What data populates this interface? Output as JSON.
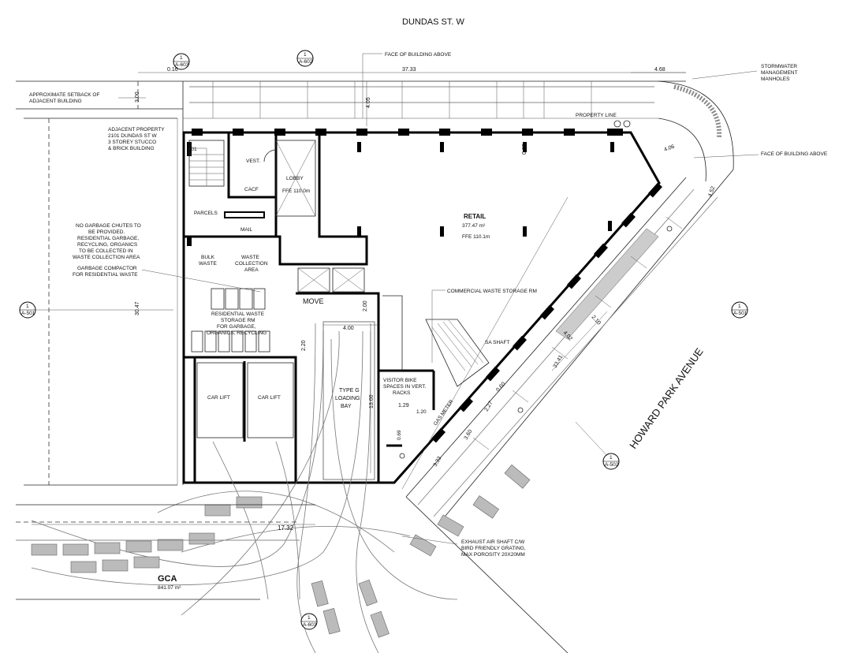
{
  "street_top": "DUNDAS ST. W",
  "street_right": "HOWARD PARK AVENUE",
  "section_markers": [
    {
      "num": "1",
      "ref": "A-603"
    },
    {
      "num": "1",
      "ref": "A-602"
    },
    {
      "num": "1",
      "ref": "A-501"
    },
    {
      "num": "1",
      "ref": "A-501"
    },
    {
      "num": "1",
      "ref": "A-502"
    },
    {
      "num": "1",
      "ref": "A-603"
    }
  ],
  "notes": {
    "face_above_top": "FACE OF BUILDING ABOVE",
    "face_above_right": "FACE OF BUILDING ABOVE",
    "stormwater": [
      "STORMWATER",
      "MANAGEMENT",
      "MANHOLES"
    ],
    "setback": [
      "APPROXIMATE SETBACK OF",
      "ADJACENT BUILDING"
    ],
    "adjacent": [
      "ADJACENT PROPERTY",
      "2101 DUNDAS ST W",
      "3 STOREY STUCCO",
      "& BRICK BUILDING"
    ],
    "garbage": [
      "NO GARBAGE CHUTES TO",
      "BE PROVIDED.",
      "RESIDENTIAL GARBAGE,",
      "RECYCLING, ORGANICS",
      "TO BE COLLECTED IN",
      "WASTE COLLECTION AREA"
    ],
    "compactor": [
      "GARBAGE COMPACTOR",
      "FOR RESIDENTIAL WASTE"
    ],
    "commercial_waste": "COMMERCIAL WASTE STORAGE RM",
    "property_line": "PROPERTY LINE",
    "exhaust": [
      "EXHAUST AIR SHAFT C/W",
      "BIRD FRIENDLY GRATING,",
      "MAX POROSITY 20X20MM"
    ]
  },
  "rooms": {
    "vest": "VEST.",
    "lobby": "LOBBY",
    "ffe_lobby": "FFE 110.0m",
    "cacf": "CACF",
    "parcels": "PARCELS",
    "mail": "MAIL",
    "bulk_waste": [
      "BULK",
      "WASTE"
    ],
    "waste_collection": [
      "WASTE",
      "COLLECTION",
      "AREA"
    ],
    "res_waste": [
      "RESIDENTIAL WASTE",
      "STORAGE RM",
      "FOR GARBAGE,",
      "ORGANICS, RECYCLING"
    ],
    "retail": "RETAIL",
    "retail_area": "377.47 m²",
    "ffe_retail": "FFE 110.1m",
    "move": "MOVE",
    "car_lift_1": "CAR LIFT",
    "car_lift_2": "CAR LIFT",
    "loading": [
      "TYPE G",
      "LOADING",
      "BAY"
    ],
    "visitor_bikes": [
      "VISITOR BIKE",
      "SPACES IN VERT.",
      "RACKS"
    ],
    "gas_meter": "GAS METER",
    "shaft": "SA SHAFT",
    "a01": "A01",
    "gca": "GCA",
    "gca_area": "841.07 m²"
  },
  "dimensions": {
    "d037": "0.16",
    "d3733": "37.33",
    "d468": "4.68",
    "d300": "3.00",
    "d405": "4.05",
    "d060": "0.60",
    "d406": "4.06",
    "d452": "4.52",
    "d3047": "30.47",
    "d200": "2.00",
    "d400": "4.00",
    "d220": "2.20",
    "d1300": "13.00",
    "d129": "1.29",
    "d120": "1.20",
    "d069": "0.69",
    "d210": "2.10",
    "d402": "4.02",
    "d3341": "33.41",
    "d060b": "0.60",
    "d227": "2.27",
    "d360": "3.60",
    "d333": "3.33",
    "d1732": "17.32"
  }
}
